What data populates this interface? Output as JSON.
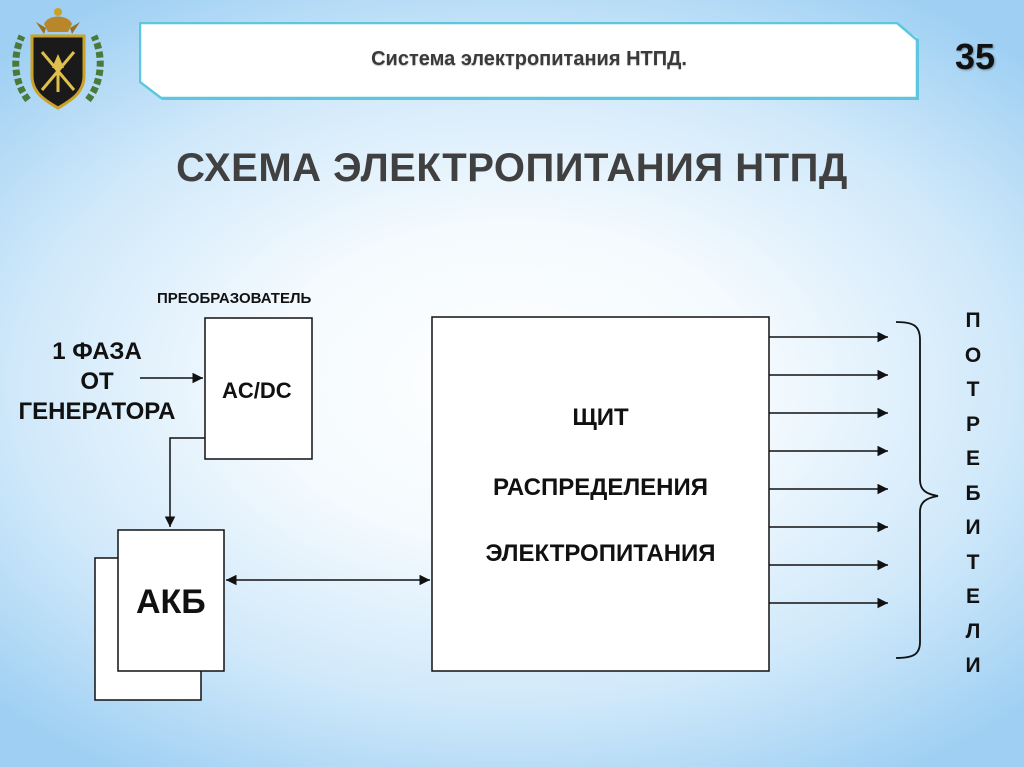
{
  "header": {
    "title": "Система электропитания НТПД.",
    "slide_number": "35"
  },
  "heading": "СХЕМА ЭЛЕКТРОПИТАНИЯ НТПД",
  "diagram": {
    "converter_caption": "ПРЕОБРАЗОВАТЕЛЬ",
    "converter_box": "AC/DC",
    "input_line1": "1 ФАЗА",
    "input_line2": "ОТ",
    "input_line3": "ГЕНЕРАТОРА",
    "battery_box": "АКБ",
    "panel_line1": "ЩИТ",
    "panel_line2": "РАСПРЕДЕЛЕНИЯ",
    "panel_line3": "ЭЛЕКТРОПИТАНИЯ",
    "consumers_letters": [
      "П",
      "О",
      "Т",
      "Р",
      "Е",
      "Б",
      "И",
      "Т",
      "Е",
      "Л",
      "И"
    ],
    "output_count": 8
  },
  "colors": {
    "banner_border": "#5ec6df",
    "title_text": "#3a3a3a",
    "heading_text": "#404040",
    "line": "#111111"
  }
}
